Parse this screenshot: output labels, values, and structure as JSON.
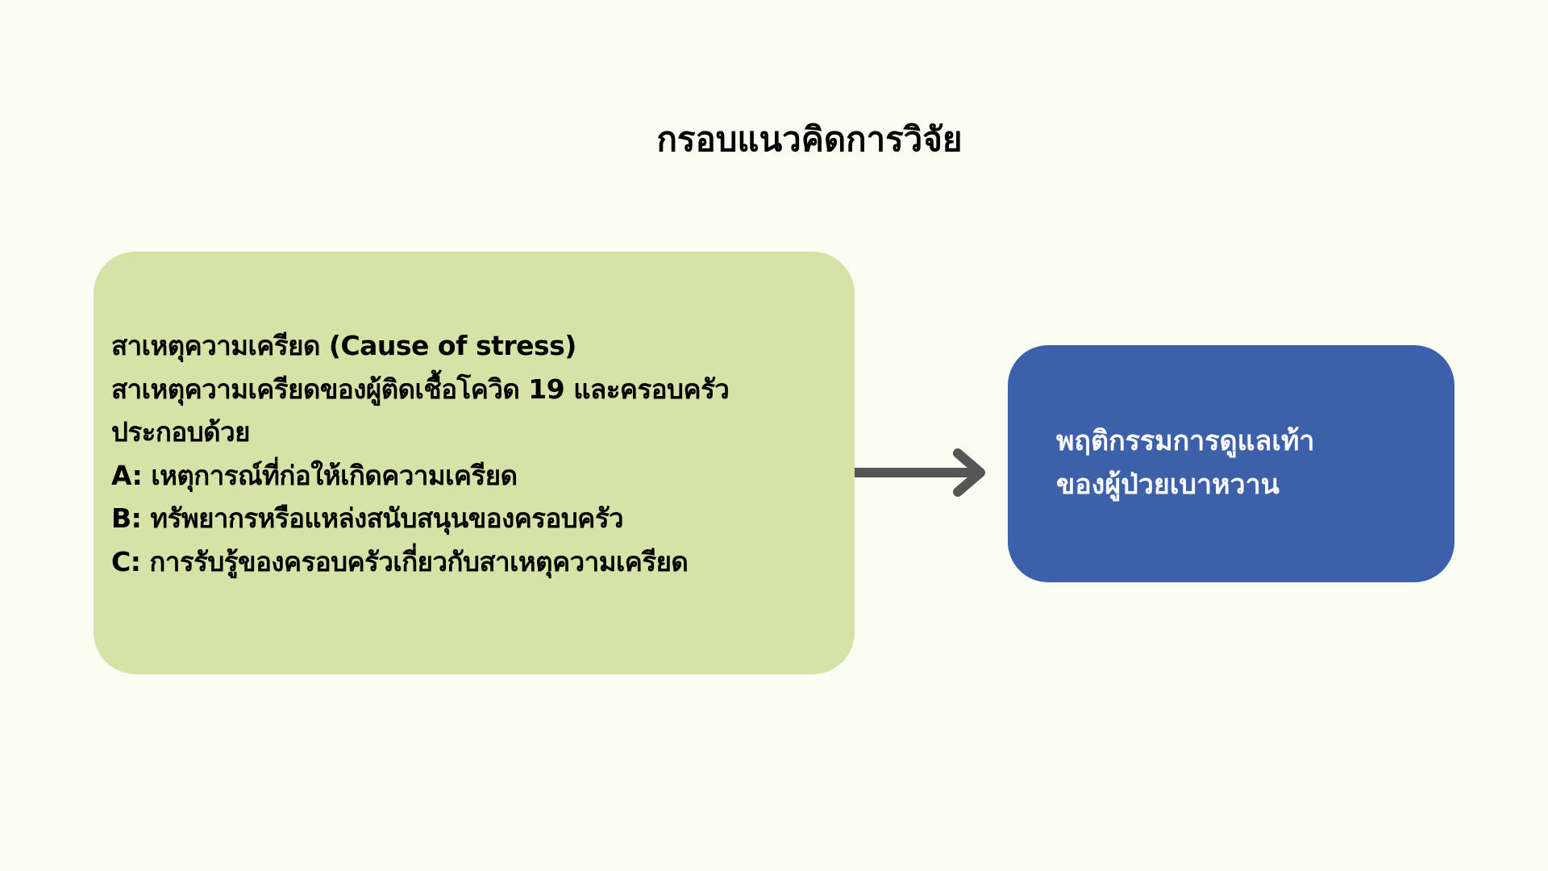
{
  "title": "กรอบแนวคิดการวิจัย",
  "left_box": {
    "lines": [
      "สาเหตุความเครียด (Cause of stress)",
      "สาเหตุความเครียดของผู้ติดเชื้อโควิด 19 และครอบครัว",
      "ประกอบด้วย",
      "A: เหตุการณ์ที่ก่อให้เกิดความเครียด",
      "B: ทรัพยากรหรือแหล่งสนับสนุนของครอบครัว",
      "C: การรับรู้ของครอบครัวเกี่ยวกับสาเหตุความเครียด"
    ],
    "color": "#d6e3a6"
  },
  "right_box": {
    "lines": [
      "พฤติกรรมการดูแลเท้า",
      "ของผู้ป่วยเบาหวาน"
    ],
    "color": "#3d60ab"
  },
  "arrow_color": "#555555"
}
